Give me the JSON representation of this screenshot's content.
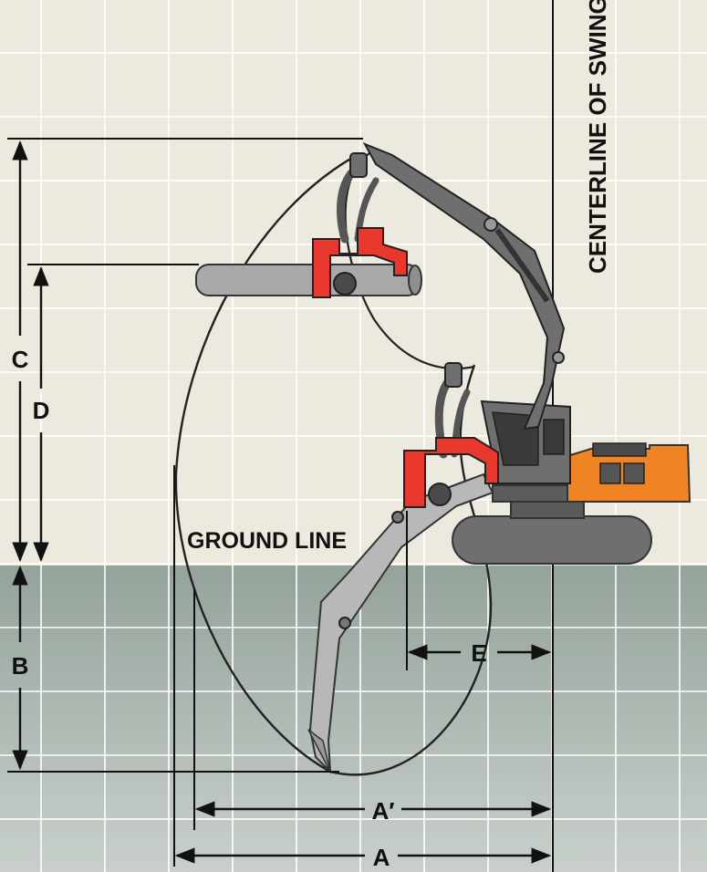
{
  "labels": {
    "centerline": "CENTERLINE OF SWING",
    "ground_line": "GROUND LINE",
    "dim_a": "A",
    "dim_a_prime": "A′",
    "dim_b": "B",
    "dim_c": "C",
    "dim_d": "D",
    "dim_e": "E"
  },
  "colors": {
    "sky": "#ece9df",
    "ground": "#9eaba3",
    "grid": "#ffffff",
    "machine_gray": "#6f6f70",
    "boom_light": "#b8b8b8",
    "grapple_red": "#e8382e",
    "cab_orange": "#f08424",
    "log_gray": "#a9a9aa"
  }
}
